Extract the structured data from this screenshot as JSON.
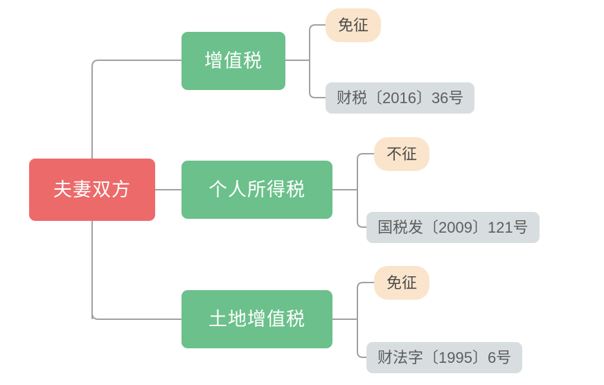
{
  "diagram": {
    "type": "mind-map",
    "title": "夫妻双方",
    "orientation": "left-to-right",
    "colors": {
      "root": "#ec6a6a",
      "branch": "#6cc08b",
      "tag": "#fae5cc",
      "reference": "#d8dee0",
      "connector": "#a0a0a0",
      "background": "#ffffff"
    }
  },
  "root": {
    "label": "夫妻双方"
  },
  "branches": [
    {
      "label": "增值税",
      "status": "免征",
      "reference": "财税〔2016〕36号"
    },
    {
      "label": "个人所得税",
      "status": "不征",
      "reference": "国税发〔2009〕121号"
    },
    {
      "label": "土地增值税",
      "status": "免征",
      "reference": "财法字〔1995〕6号"
    }
  ]
}
